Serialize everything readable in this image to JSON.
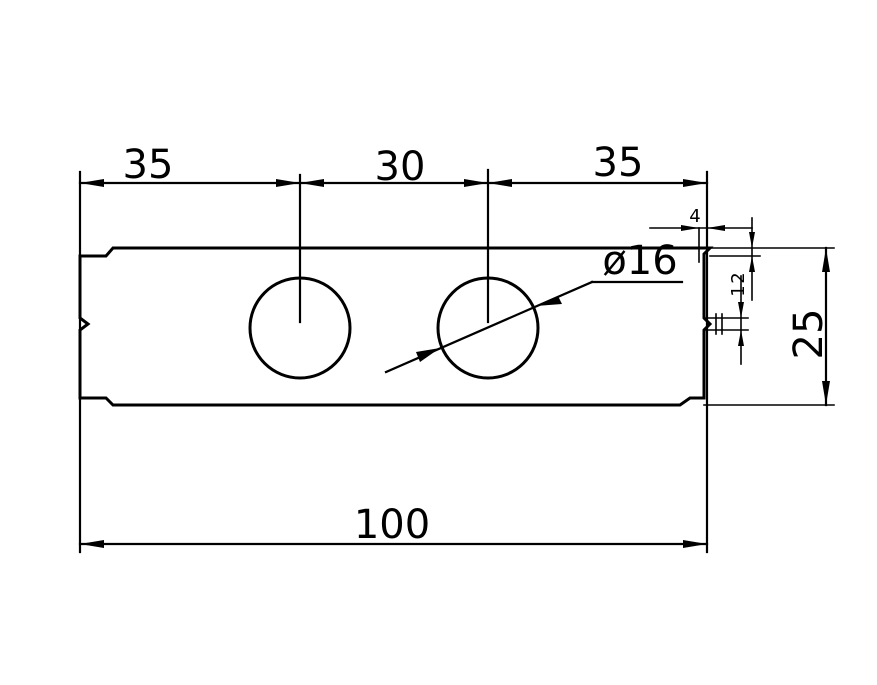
{
  "dimensions": {
    "left_offset": "35",
    "hole_spacing": "30",
    "right_offset": "35",
    "overall_length": "100",
    "height": "25",
    "hole_diameter": "ø16",
    "notch_width": "4",
    "notch_depth": "1",
    "notch_height": "2"
  }
}
